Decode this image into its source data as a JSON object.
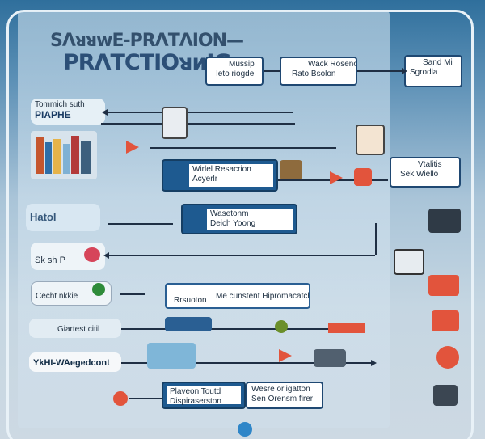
{
  "title": {
    "line1": "SΛᴚᴚᴡE-PRΛTΛION—",
    "line2": "PRΛTCTIOᴚᴎIG"
  },
  "top_boxes": [
    {
      "line1": "Mussip",
      "line2": "Ieto riogde"
    },
    {
      "line1": "Wack Rosenok",
      "line2": "Rato Bsolon"
    },
    {
      "line1": "Sand Mi",
      "line2": "Sgrodla"
    }
  ],
  "left_items": [
    {
      "line1": "Tommich suth",
      "line2": "PIAPHE"
    },
    {
      "line1": "Hatol"
    },
    {
      "line1": "Sk sh P"
    },
    {
      "line1": "Cecht nkkie"
    },
    {
      "line1": "Giartest citil"
    },
    {
      "line1": "YkHI-WAegedcont"
    }
  ],
  "center_boxes": [
    {
      "line1": "Wirlel Resacrion",
      "line2": "Acyerlr"
    },
    {
      "line1": "Wasetonm",
      "line2": "Deich Yoong"
    },
    {
      "line1": "Me cunstent Hipromacatch"
    },
    {
      "line1": "Plaveon Toutd",
      "line2": "Dispiraserston"
    },
    {
      "line1": "Wesre orligatton",
      "line2": "Sen Orensm firer"
    }
  ],
  "right_box": {
    "line1": "Vtalitis",
    "line2": "Sek Wiello"
  },
  "small_label": "Rrsuoton"
}
